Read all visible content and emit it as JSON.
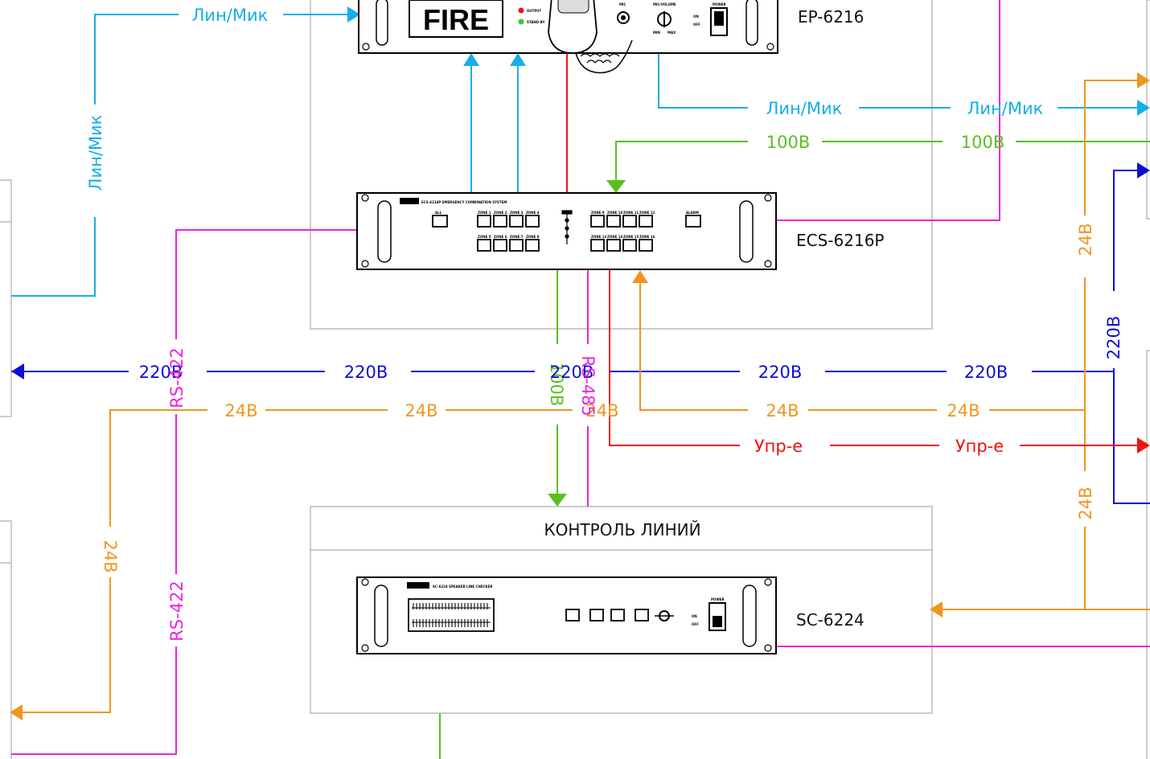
{
  "colors": {
    "line_mic": "#15aee8",
    "v100": "#5bbf1e",
    "v220": "#0d0dd6",
    "v24": "#f0961e",
    "control": "#ee1111",
    "rs": "#ee22dd",
    "frame": "#bbbbbb"
  },
  "labels": {
    "line_mic": "Лин/Мик",
    "v100": "100В",
    "v220": "220В",
    "v24": "24В",
    "rs422": "RS-422",
    "rs485": "RS-485",
    "control": "Упр-е"
  },
  "devices": {
    "ep": {
      "model": "EP-6216",
      "fire": "FIRE",
      "output": "OUTPUT",
      "standby": "STAND-BY",
      "mic": "MIC",
      "volume": "MIC/VOLUME",
      "min": "MIN",
      "max": "MAX",
      "power": "POWER",
      "on": "ON",
      "off": "OFF"
    },
    "ecs": {
      "model": "ECS-6216P",
      "panel": "ECS-6216P EMERGENCY COMBINATION SYSTEM",
      "all": "ALL",
      "alarm": "ALARM",
      "zones": [
        "ZONE 1",
        "ZONE 2",
        "ZONE 3",
        "ZONE 4",
        "ZONE 5",
        "ZONE 6",
        "ZONE 7",
        "ZONE 8",
        "ZONE 9",
        "ZONE 10",
        "ZONE 11",
        "ZONE 12",
        "ZONE 13",
        "ZONE 14",
        "ZONE 15",
        "ZONE 16"
      ]
    },
    "sc": {
      "model": "SC-6224",
      "panel": "SC-6224 SPEAKER LINE CHECKER",
      "power": "POWER",
      "on": "ON",
      "off": "OFF"
    }
  },
  "sections": {
    "line_control": "КОНТРОЛЬ ЛИНИЙ"
  }
}
